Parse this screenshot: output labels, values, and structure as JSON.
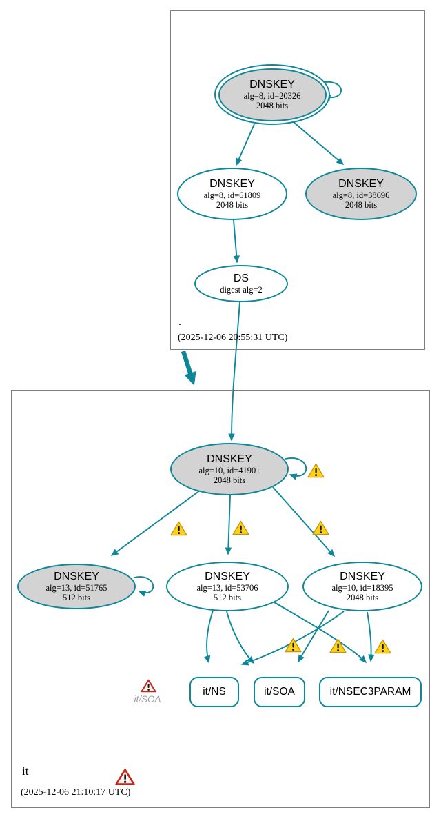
{
  "colors": {
    "secure_teal": "#0e8799",
    "node_fill": "#d3d3d3",
    "warning_yellow": "#fcd116",
    "error_red": "#c0281e",
    "box_border": "#808080",
    "muted_label": "#9f9f9f"
  },
  "root_zone": {
    "label": ".",
    "timestamp": "(2025-12-06 20:55:31 UTC)",
    "ksk": {
      "title": "DNSKEY",
      "detail1": "alg=8, id=20326",
      "detail2": "2048 bits"
    },
    "zsk": {
      "title": "DNSKEY",
      "detail1": "alg=8, id=61809",
      "detail2": "2048 bits"
    },
    "ksk2": {
      "title": "DNSKEY",
      "detail1": "alg=8, id=38696",
      "detail2": "2048 bits"
    },
    "ds": {
      "title": "DS",
      "detail1": "digest alg=2"
    }
  },
  "it_zone": {
    "label": "it",
    "timestamp": "(2025-12-06 21:10:17 UTC)",
    "ksk": {
      "title": "DNSKEY",
      "detail1": "alg=10, id=41901",
      "detail2": "2048 bits"
    },
    "key_51765": {
      "title": "DNSKEY",
      "detail1": "alg=13, id=51765",
      "detail2": "512 bits"
    },
    "key_53706": {
      "title": "DNSKEY",
      "detail1": "alg=13, id=53706",
      "detail2": "512 bits"
    },
    "key_18395": {
      "title": "DNSKEY",
      "detail1": "alg=10, id=18395",
      "detail2": "2048 bits"
    },
    "rrset_ns": "it/NS",
    "rrset_soa": "it/SOA",
    "rrset_nsec3param": "it/NSEC3PARAM",
    "missing_rrset": "it/SOA"
  }
}
